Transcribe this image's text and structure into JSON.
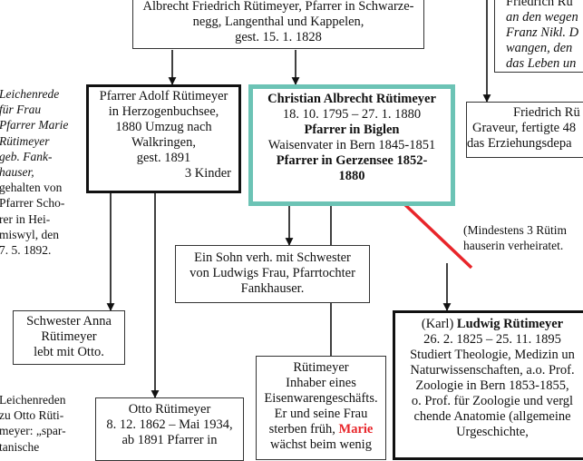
{
  "top_box": {
    "lines": [
      "Albrecht Friedrich Rütimeyer, Pfarrer in Schwarze-",
      "negg, Langenthal und Kappelen,",
      "gest. 15. 1. 1828"
    ]
  },
  "top_right_note": {
    "lines": [
      "Friedrich Rü",
      "an den wegen",
      "Franz Nikl. D",
      "wangen, den",
      "das Leben un"
    ]
  },
  "left_note_1": {
    "lines": [
      "Leichenrede",
      "für Frau",
      "Pfarrer Marie",
      "Rütimeyer",
      "geb. Fank-",
      "hauser,",
      "gehalten von",
      "Pfarrer Scho-",
      "rer in Hei-",
      "miswyl, den",
      "7. 5. 1892."
    ]
  },
  "adolf_box": {
    "lines": [
      "Pfarrer Adolf Rütimeyer",
      "in Herzogenbuchsee,",
      "1880 Umzug nach",
      "Walkringen,",
      "gest. 1891"
    ],
    "children": "3 Kinder"
  },
  "christian_box": {
    "name": "Christian Albrecht Rütimeyer",
    "dates": "18. 10. 1795 – 27. 1. 1880",
    "role1": "Pfarrer in Biglen",
    "role2": "Waisenvater in Bern 1845-1851",
    "role3a": "Pfarrer in Gerzensee 1852-",
    "role3b": "1880"
  },
  "friedrich_box": {
    "lines": [
      "Friedrich Rü",
      "Graveur, fertigte 48",
      "das Erziehungsdepa"
    ]
  },
  "mindestens_note": {
    "lines": [
      "(Mindestens 3 Rütim",
      "hauserin verheiratet."
    ]
  },
  "sohn_box": {
    "lines": [
      "Ein Sohn verh. mit Schwester",
      "von Ludwigs Frau, Pfarrtochter",
      "Fankhauser."
    ]
  },
  "anna_box": {
    "lines": [
      "Schwester Anna",
      "Rütimeyer",
      "lebt mit Otto."
    ]
  },
  "ruetimeyer_box": {
    "lines": [
      "Rütimeyer",
      "Inhaber eines",
      "Eisenwarengeschäfts.",
      "Er und seine Frau"
    ],
    "line5_prefix": "sterben früh, ",
    "line5_highlight": "Marie",
    "line6": "wächst beim wenig"
  },
  "ludwig_box": {
    "name_prefix": "(Karl) ",
    "name_bold": "Ludwig Rütimeyer",
    "lines": [
      "26. 2. 1825 – 25. 11. 1895",
      "Studiert Theologie, Medizin un",
      "Naturwissenschaften, a.o. Prof.",
      "Zoologie in Bern 1853-1855,",
      "o. Prof. für Zoologie und vergl",
      "chende Anatomie (allgemeine",
      "Urgeschichte,"
    ]
  },
  "left_note_2": {
    "lines": [
      "Leichenreden",
      "zu Otto Rüti-",
      "meyer: „spar-",
      "tanische"
    ]
  },
  "otto_box": {
    "lines": [
      "Otto Rütimeyer",
      "8. 12. 1862 – Mai 1934,",
      "ab 1891 Pfarrer in"
    ]
  },
  "colors": {
    "teal_border": "#6cc3b5",
    "highlight_arrow": "#e8252a",
    "highlight_text": "#e8252a"
  }
}
